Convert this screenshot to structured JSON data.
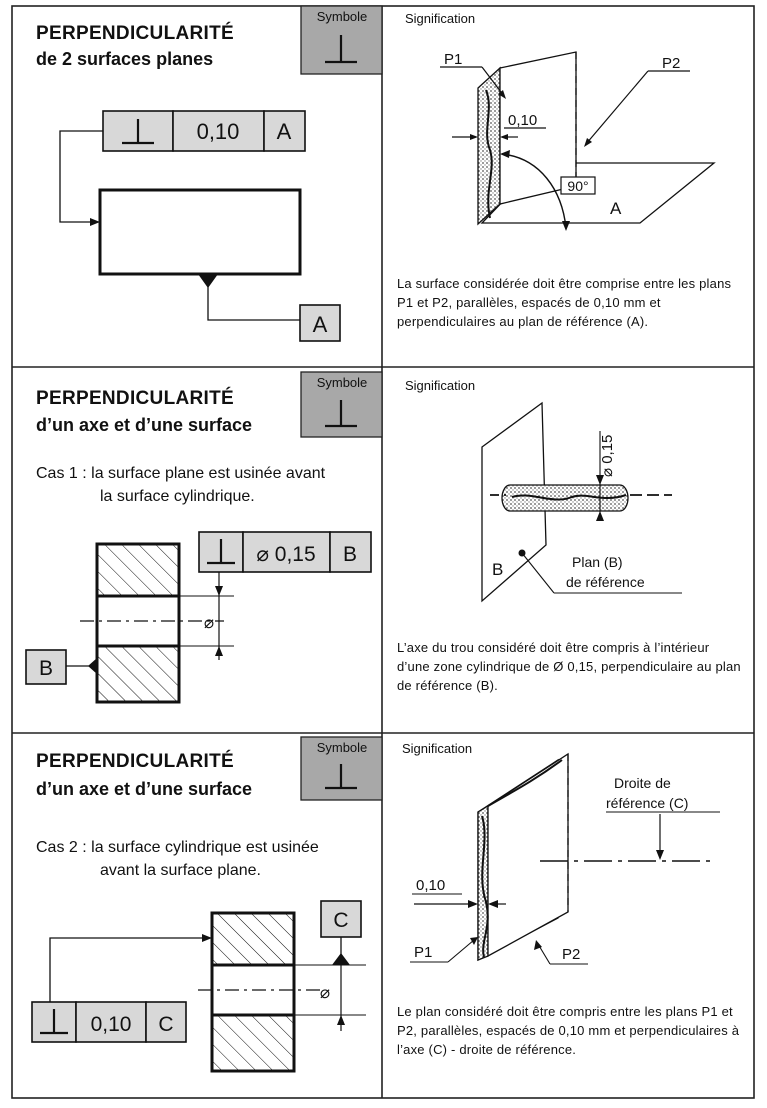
{
  "sections": [
    {
      "title": "PERPENDICULARITÉ",
      "subtitle": "de 2 surfaces planes",
      "symbol_label": "Symbole",
      "symbol_icon": "perpendicular-icon",
      "signification_label": "Signification",
      "frame": {
        "tolerance": "0,10",
        "datum": "A"
      },
      "datum_box": "A",
      "figure": {
        "p1": "P1",
        "p2": "P2",
        "width": "0,10",
        "angle": "90°",
        "plane": "A"
      },
      "description": "La surface considérée doit être comprise entre les plans P1 et P2, parallèles, espacés de 0,10 mm et perpendiculaires au plan de référence (A)."
    },
    {
      "title": "PERPENDICULARITÉ",
      "subtitle": "d’un axe et d’une surface",
      "symbol_label": "Symbole",
      "symbol_icon": "perpendicular-icon",
      "signification_label": "Signification",
      "case_line1": "Cas 1 : la surface plane est usinée avant",
      "case_line2": "la surface cylindrique.",
      "frame": {
        "tolerance": "⌀ 0,15",
        "datum": "B"
      },
      "datum_box": "B",
      "dim_symbol": "⌀",
      "figure": {
        "zone": "⌀ 0,15",
        "plane": "B",
        "plan_line1": "Plan (B)",
        "plan_line2": "de référence"
      },
      "description": "L’axe du trou considéré doit être compris à l’intérieur d’une zone cylindrique de Ø 0,15, perpendiculaire au plan de référence (B)."
    },
    {
      "title": "PERPENDICULARITÉ",
      "subtitle": "d’un axe et d’une surface",
      "symbol_label": "Symbole",
      "symbol_icon": "perpendicular-icon",
      "signification_label": "Signification",
      "case_line1": "Cas 2 : la surface cylindrique est usinée",
      "case_line2": "avant la surface plane.",
      "frame": {
        "tolerance": "0,10",
        "datum": "C"
      },
      "datum_box": "C",
      "dim_symbol": "⌀",
      "figure": {
        "ref_line1": "Droite de",
        "ref_line2": "référence (C)",
        "width": "0,10",
        "p1": "P1",
        "p2": "P2"
      },
      "description": "Le plan considéré doit être compris entre les plans P1 et P2, parallèles, espacés de 0,10 mm et perpendiculaires à l’axe (C) - droite de référence."
    }
  ]
}
